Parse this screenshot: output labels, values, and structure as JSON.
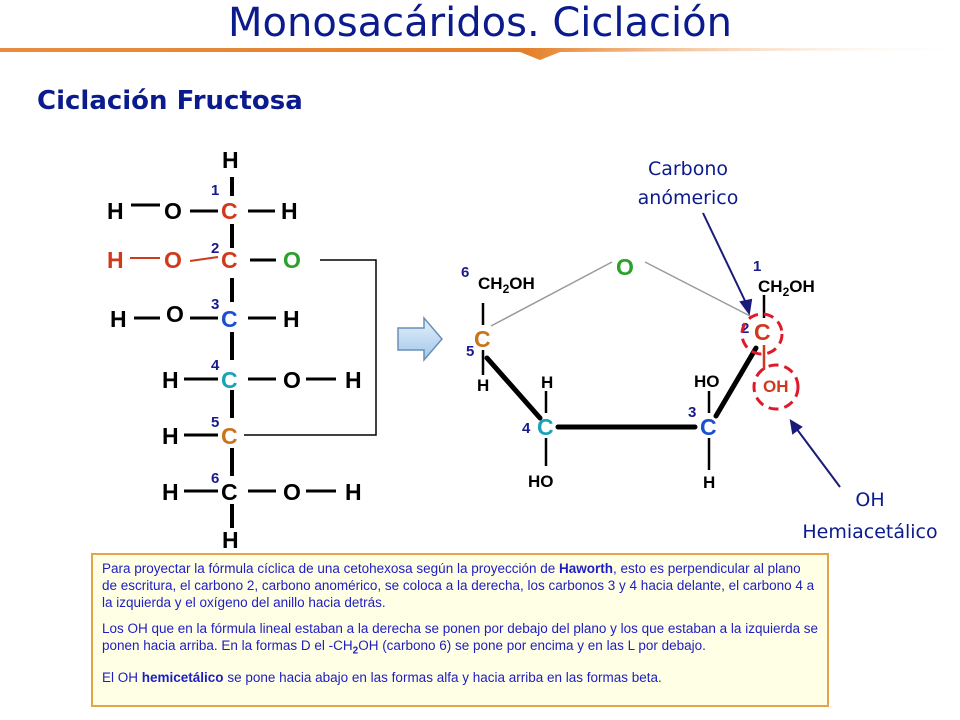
{
  "title": "Monosacáridos. Ciclación",
  "subtitle": "Ciclación Fructosa",
  "fischer": {
    "top_h": "H",
    "bottom_h": "H",
    "rows": [
      {
        "num": "1",
        "left": "H",
        "left_o": "O",
        "center": "C",
        "right": "H",
        "right_h": ""
      },
      {
        "num": "2",
        "left": "H",
        "left_o": "O",
        "center": "C",
        "right": "O",
        "right_h": ""
      },
      {
        "num": "3",
        "left": "H",
        "left_o": "O",
        "center": "C",
        "right": "H",
        "right_h": ""
      },
      {
        "num": "4",
        "left": "H",
        "left_o": "",
        "center": "C",
        "right": "O",
        "right_h": "H"
      },
      {
        "num": "5",
        "left": "H",
        "left_o": "",
        "center": "C",
        "right": "",
        "right_h": ""
      },
      {
        "num": "6",
        "left": "H",
        "left_o": "",
        "center": "C",
        "right": "O",
        "right_h": "H"
      }
    ]
  },
  "haworth": {
    "ring_o": "O",
    "c2": "C",
    "c3": "C",
    "c4": "C",
    "c5": "C",
    "ch2oh_left": "CH2OH",
    "ch2oh_right": "CH2OH",
    "h_c5": "H",
    "h_c4": "H",
    "ho_c4": "HO",
    "ho_c3": "HO",
    "h_c3": "H",
    "oh_c2": "OH",
    "nums": {
      "n6": "6",
      "n5": "5",
      "n4": "4",
      "n3": "3",
      "n2": "2",
      "n1": "1"
    }
  },
  "annotations": {
    "anomeric_line1": "Carbono",
    "anomeric_line2": "anómerico",
    "oh_line1": "OH",
    "oh_line2": "Hemiacetálico"
  },
  "explanation": {
    "p1_a": "Para proyectar la fórmula cíclica de una cetohexosa según la proyección de ",
    "p1_b": "Haworth",
    "p1_c": ", esto es perpendicular al plano de escritura,  el carbono 2, carbono anomérico, se coloca a la derecha, los carbonos 3 y 4 hacia delante, el carbono 4 a la izquierda y el oxígeno del anillo hacia detrás.",
    "p2_a": " Los OH que en la fórmula lineal estaban a la derecha se ponen por debajo del plano y los que estaban a la izquierda se ponen hacia arriba. En la formas D el -CH",
    "p2_sub": "2",
    "p2_b": "OH (carbono 6) se pone por encima y en las L por debajo.",
    "p3_a": "El OH ",
    "p3_b": "hemicetálico",
    "p3_c": " se pone hacia abajo en las formas alfa y hacia arriba en las formas beta."
  },
  "colors": {
    "title_blue": "#0b1a8c",
    "red_atom": "#d0391a",
    "blue_atom": "#1a4fd0",
    "teal_atom": "#1aa3b8",
    "orange_atom": "#c9741a",
    "green_atom": "#2aa12a",
    "red_dash": "#e0192a",
    "box_border": "#e6a34a",
    "box_bg": "#ffffe6"
  }
}
